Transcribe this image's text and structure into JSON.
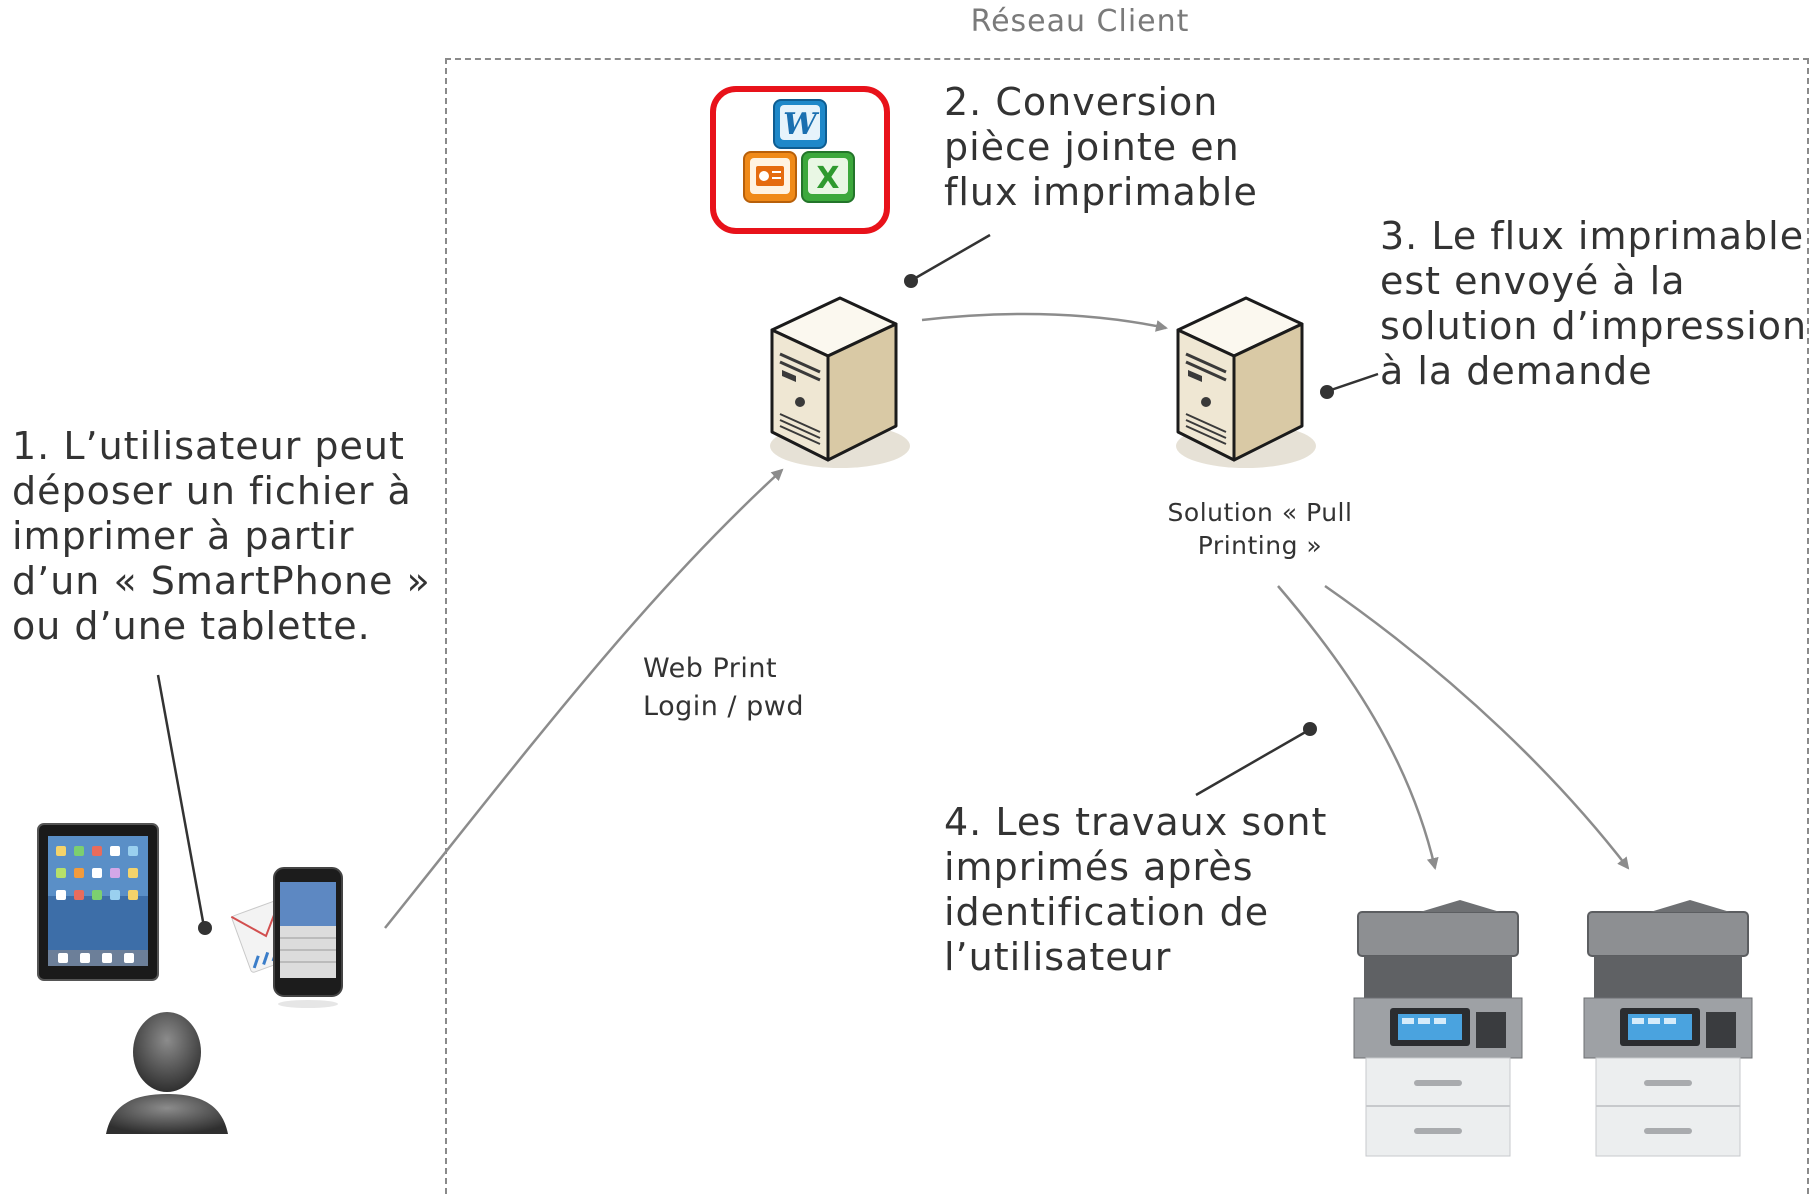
{
  "network": {
    "label": "Réseau Client"
  },
  "steps": {
    "step1": [
      "1. L’utilisateur peut",
      "déposer un fichier à",
      "imprimer à partir",
      "d’un « SmartPhone »",
      "ou d’une tablette."
    ],
    "step2": [
      "2. Conversion",
      "pièce jointe en",
      "flux imprimable"
    ],
    "step3": [
      "3. Le flux imprimable",
      "est envoyé à la",
      "solution d’impression",
      "à la demande"
    ],
    "step4": [
      "4. Les travaux sont",
      "imprimés après",
      "identification de",
      "l’utilisateur"
    ]
  },
  "labels": {
    "web_print": [
      "Web Print",
      "Login / pwd"
    ],
    "pull_printing": [
      "Solution « Pull",
      "Printing »"
    ]
  },
  "icons": {
    "office": [
      "word-icon",
      "powerpoint-icon",
      "excel-icon"
    ],
    "word_letter": "W",
    "excel_letter": "X",
    "servers": [
      "conversion-server-icon",
      "pull-printing-server-icon"
    ],
    "devices": [
      "tablet-icon",
      "smartphone-icon",
      "user-icon"
    ],
    "printers": [
      "printer-1-icon",
      "printer-2-icon"
    ]
  },
  "colors": {
    "highlight_border": "#e8121a",
    "arrow": "#8c8c8c",
    "leader": "#333333"
  }
}
